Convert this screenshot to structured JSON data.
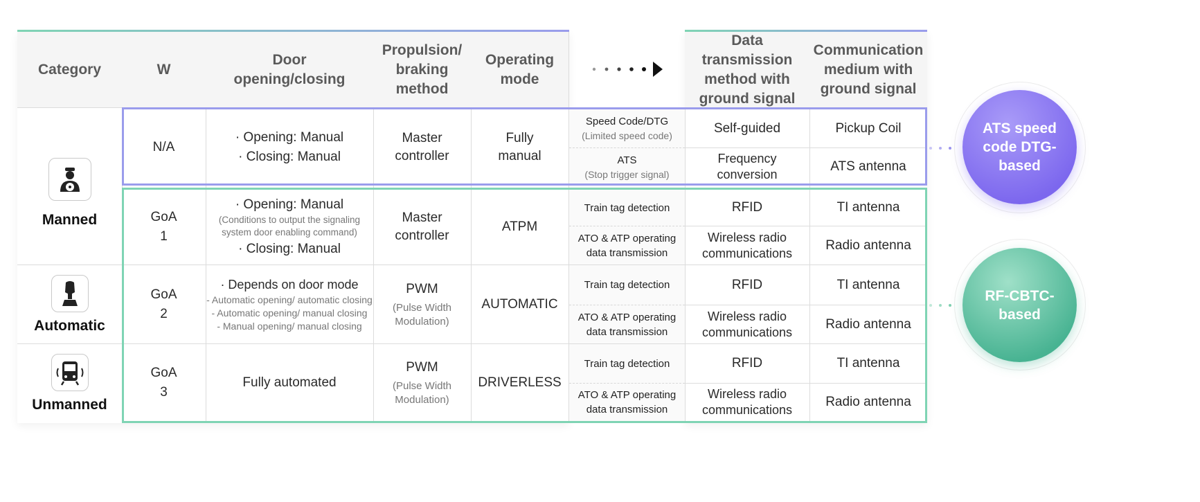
{
  "headers": {
    "category": "Category",
    "w": "W",
    "door": "Door opening/closing",
    "propulsion": "Propulsion/ braking method",
    "operating": "Operating mode",
    "data_tx": "Data transmission method with ground signal",
    "comm": "Communication medium with ground signal"
  },
  "categories": {
    "manned": "Manned",
    "automatic": "Automatic",
    "unmanned": "Unmanned"
  },
  "rows": {
    "na": {
      "w": "N/A",
      "door_1": "· Opening: Manual",
      "door_2": "· Closing: Manual",
      "propulsion": "Master controller",
      "mode": "Fully manual",
      "sub": [
        {
          "method": "Speed Code/DTG",
          "method_note": "(Limited speed code)",
          "tx": "Self-guided",
          "medium": "Pickup Coil"
        },
        {
          "method": "ATS",
          "method_note": "(Stop trigger signal)",
          "tx": "Frequency conversion",
          "medium": "ATS antenna"
        }
      ]
    },
    "goa1": {
      "w_1": "GoA",
      "w_2": "1",
      "door_1": "· Opening: Manual",
      "door_note": "(Conditions to output the signaling system door enabling command)",
      "door_2": "· Closing: Manual",
      "propulsion": "Master controller",
      "mode": "ATPM",
      "sub": [
        {
          "method": "Train tag detection",
          "tx": "RFID",
          "medium": "TI antenna"
        },
        {
          "method": "ATO & ATP operating data transmission",
          "tx": "Wireless radio communications",
          "medium": "Radio antenna"
        }
      ]
    },
    "goa2": {
      "w_1": "GoA",
      "w_2": "2",
      "door_1": "· Depends on door mode",
      "door_notes": [
        "- Automatic opening/ automatic closing",
        "- Automatic opening/ manual closing",
        "- Manual opening/ manual closing"
      ],
      "propulsion": "PWM",
      "propulsion_note": "(Pulse Width Modulation)",
      "mode": "AUTOMATIC",
      "sub": [
        {
          "method": "Train tag detection",
          "tx": "RFID",
          "medium": "TI antenna"
        },
        {
          "method": "ATO & ATP operating data transmission",
          "tx": "Wireless radio communications",
          "medium": "Radio antenna"
        }
      ]
    },
    "goa3": {
      "w_1": "GoA",
      "w_2": "3",
      "door": "Fully automated",
      "propulsion": "PWM",
      "propulsion_note": "(Pulse Width Modulation)",
      "mode": "DRIVERLESS",
      "sub": [
        {
          "method": "Train tag detection",
          "tx": "RFID",
          "medium": "TI antenna"
        },
        {
          "method": "ATO & ATP operating data transmission",
          "tx": "Wireless radio communications",
          "medium": "Radio antenna"
        }
      ]
    }
  },
  "badges": {
    "ats": "ATS speed code DTG-based",
    "rf": "RF-CBTC-based"
  },
  "colors": {
    "purple": "#8b7bf0",
    "green": "#5ec7a0",
    "header_bg": "#f5f5f5",
    "purple_border": "#9a9cec",
    "green_border": "#7fd4b4"
  },
  "icons": {
    "manned": "driver-icon",
    "automatic": "joystick-icon",
    "unmanned": "train-icon",
    "arrow": "dotted-arrow-icon"
  }
}
